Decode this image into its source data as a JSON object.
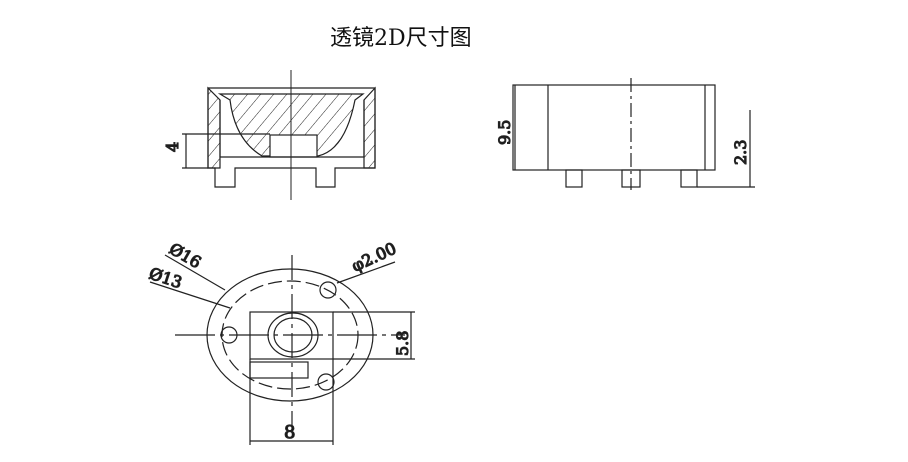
{
  "title": "透镜2D尺寸图",
  "dims": {
    "section_height": "4",
    "total_height": "9.5",
    "leg_height": "2.3",
    "outer_dia": "Ø16",
    "inner_dia": "Ø13",
    "hole_dia": "φ2.00",
    "square_height": "5.8",
    "square_width": "8"
  }
}
